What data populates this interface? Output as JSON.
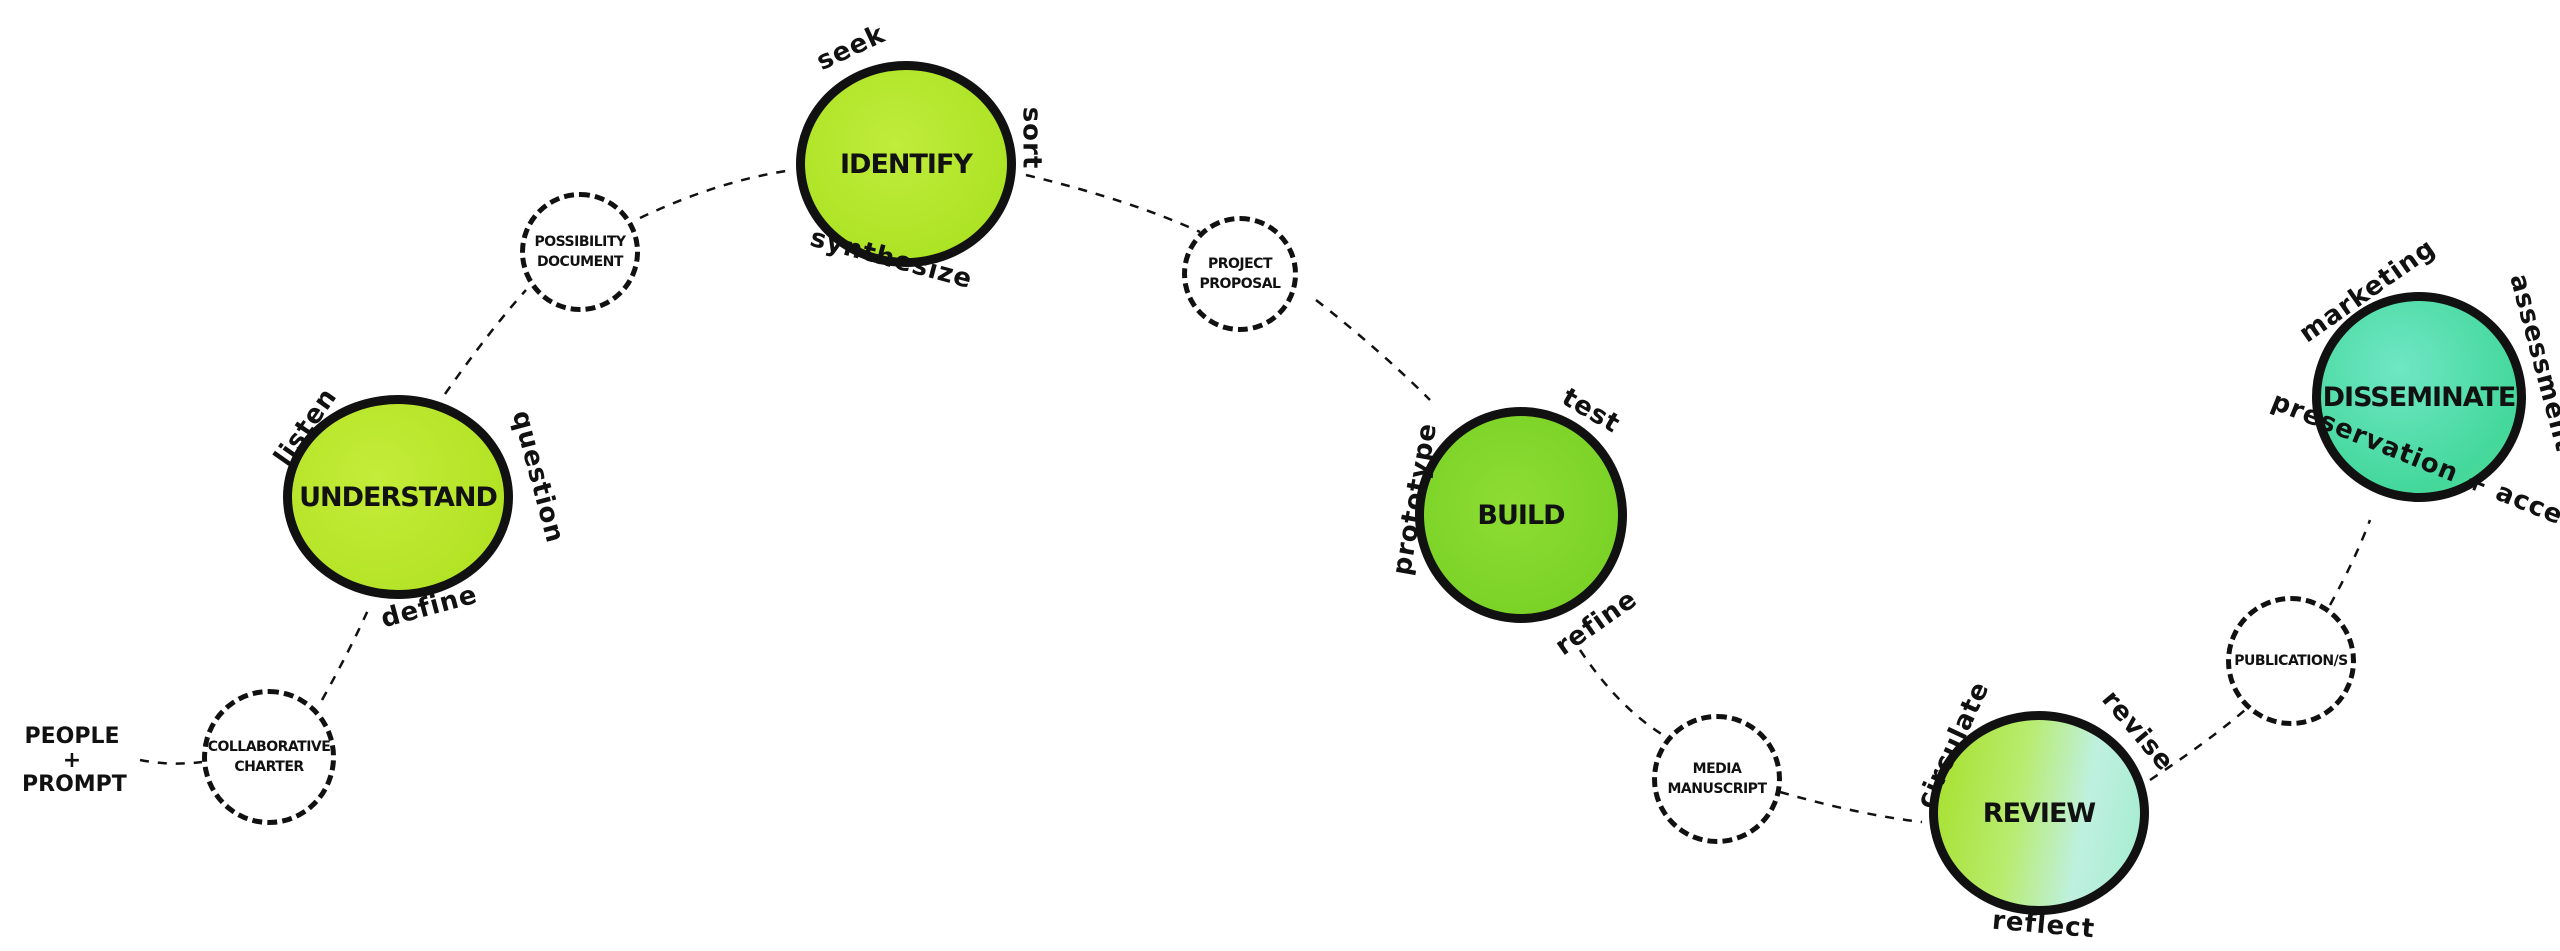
{
  "start": {
    "line1": "PEOPLE",
    "line2": "+",
    "line3": "PROMPT"
  },
  "stages": {
    "understand": {
      "label": "UNDERSTAND",
      "words": [
        "listen",
        "question",
        "define"
      ],
      "color": "#b8e82a"
    },
    "identify": {
      "label": "IDENTIFY",
      "words": [
        "seek",
        "sort",
        "synthesize"
      ],
      "color": "#b2e62a"
    },
    "build": {
      "label": "BUILD",
      "words": [
        "test",
        "prototype",
        "refine"
      ],
      "color": "#84d72c"
    },
    "review": {
      "label": "REVIEW",
      "words": [
        "circulate",
        "revise",
        "reflect"
      ],
      "color": "#9fe33a"
    },
    "disseminate": {
      "label": "DISSEMINATE",
      "words": [
        "marketing",
        "assessment",
        "preservation + access"
      ],
      "color": "#4fdcae"
    }
  },
  "artifacts": {
    "collaborative_charter": "COLLABORATIVE\nCHARTER",
    "possibility_document": "POSSIBILITY\nDOCUMENT",
    "project_proposal": "PROJECT\nPROPOSAL",
    "media_manuscript": "MEDIA\nMANUSCRIPT",
    "publications": "PUBLICATION/S"
  }
}
